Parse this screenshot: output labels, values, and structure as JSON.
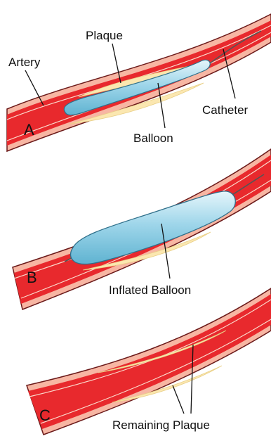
{
  "panels": [
    {
      "letter": "A",
      "labels": {
        "artery": "Artery",
        "plaque": "Plaque",
        "catheter": "Catheter",
        "balloon": "Balloon"
      }
    },
    {
      "letter": "B",
      "labels": {
        "inflated_balloon": "Inflated Balloon"
      }
    },
    {
      "letter": "C",
      "labels": {
        "remaining_plaque": "Remaining Plaque"
      }
    }
  ],
  "colors": {
    "artery_red": "#e8292d",
    "vessel_wall": "#f7b6a3",
    "plaque": "#fbe7b0",
    "balloon": "#9fd6ea",
    "outline": "#6b1a1a"
  }
}
